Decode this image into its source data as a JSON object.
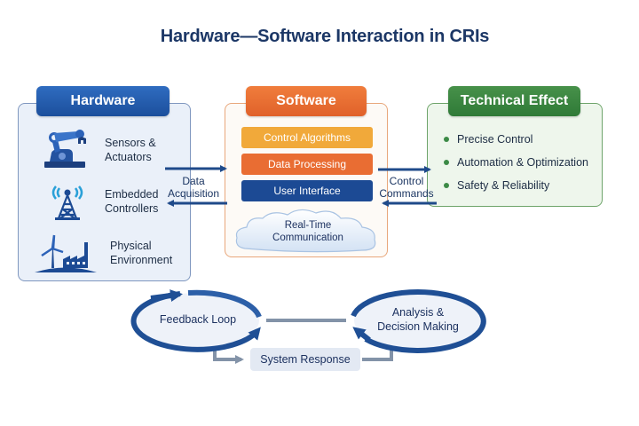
{
  "title": "Hardware—Software Interaction in CRIs",
  "colors": {
    "hardware": "#1c4f9c",
    "software": "#e0612a",
    "technical_effect": "#2f7a37",
    "control_algorithms": "#f1a93a",
    "data_processing": "#e96d33",
    "user_interface": "#1c4a94",
    "arrow": "#1f4a8a",
    "loop": "#1f4f95",
    "connector": "#8393a8"
  },
  "hardware": {
    "header": "Hardware",
    "items": [
      {
        "label_line1": "Sensors &",
        "label_line2": "Actuators",
        "icon": "robot-arm-icon"
      },
      {
        "label_line1": "Embedded",
        "label_line2": "Controllers",
        "icon": "antenna-tower-icon"
      },
      {
        "label_line1": "Physical",
        "label_line2": "Environment",
        "icon": "factory-wind-turbine-icon"
      }
    ]
  },
  "software": {
    "header": "Software",
    "layers": [
      "Control Algorithms",
      "Data Processing",
      "User Interface"
    ],
    "cloud_line1": "Real-Time",
    "cloud_line2": "Communication",
    "cloud_icon": "cloud-icon"
  },
  "technical_effect": {
    "header": "Technical Effect",
    "items": [
      "Precise Control",
      "Automation & Optimization",
      "Safety & Reliability"
    ]
  },
  "connectors": {
    "left_line1": "Data",
    "left_line2": "Acquisition",
    "right_line1": "Control",
    "right_line2": "Commands"
  },
  "loop": {
    "feedback": "Feedback Loop",
    "analysis_line1": "Analysis &",
    "analysis_line2": "Decision Making",
    "response": "System Response"
  }
}
